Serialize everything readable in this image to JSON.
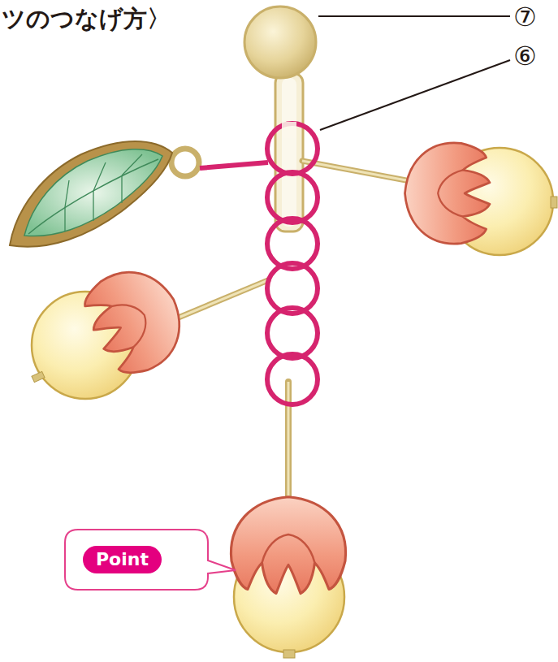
{
  "diagram": {
    "title": "ツのつなげ方〉",
    "nodes": [
      {
        "text": [
          "Point"
        ]
      }
    ],
    "labels": [
      "⑦",
      "⑥"
    ]
  }
}
